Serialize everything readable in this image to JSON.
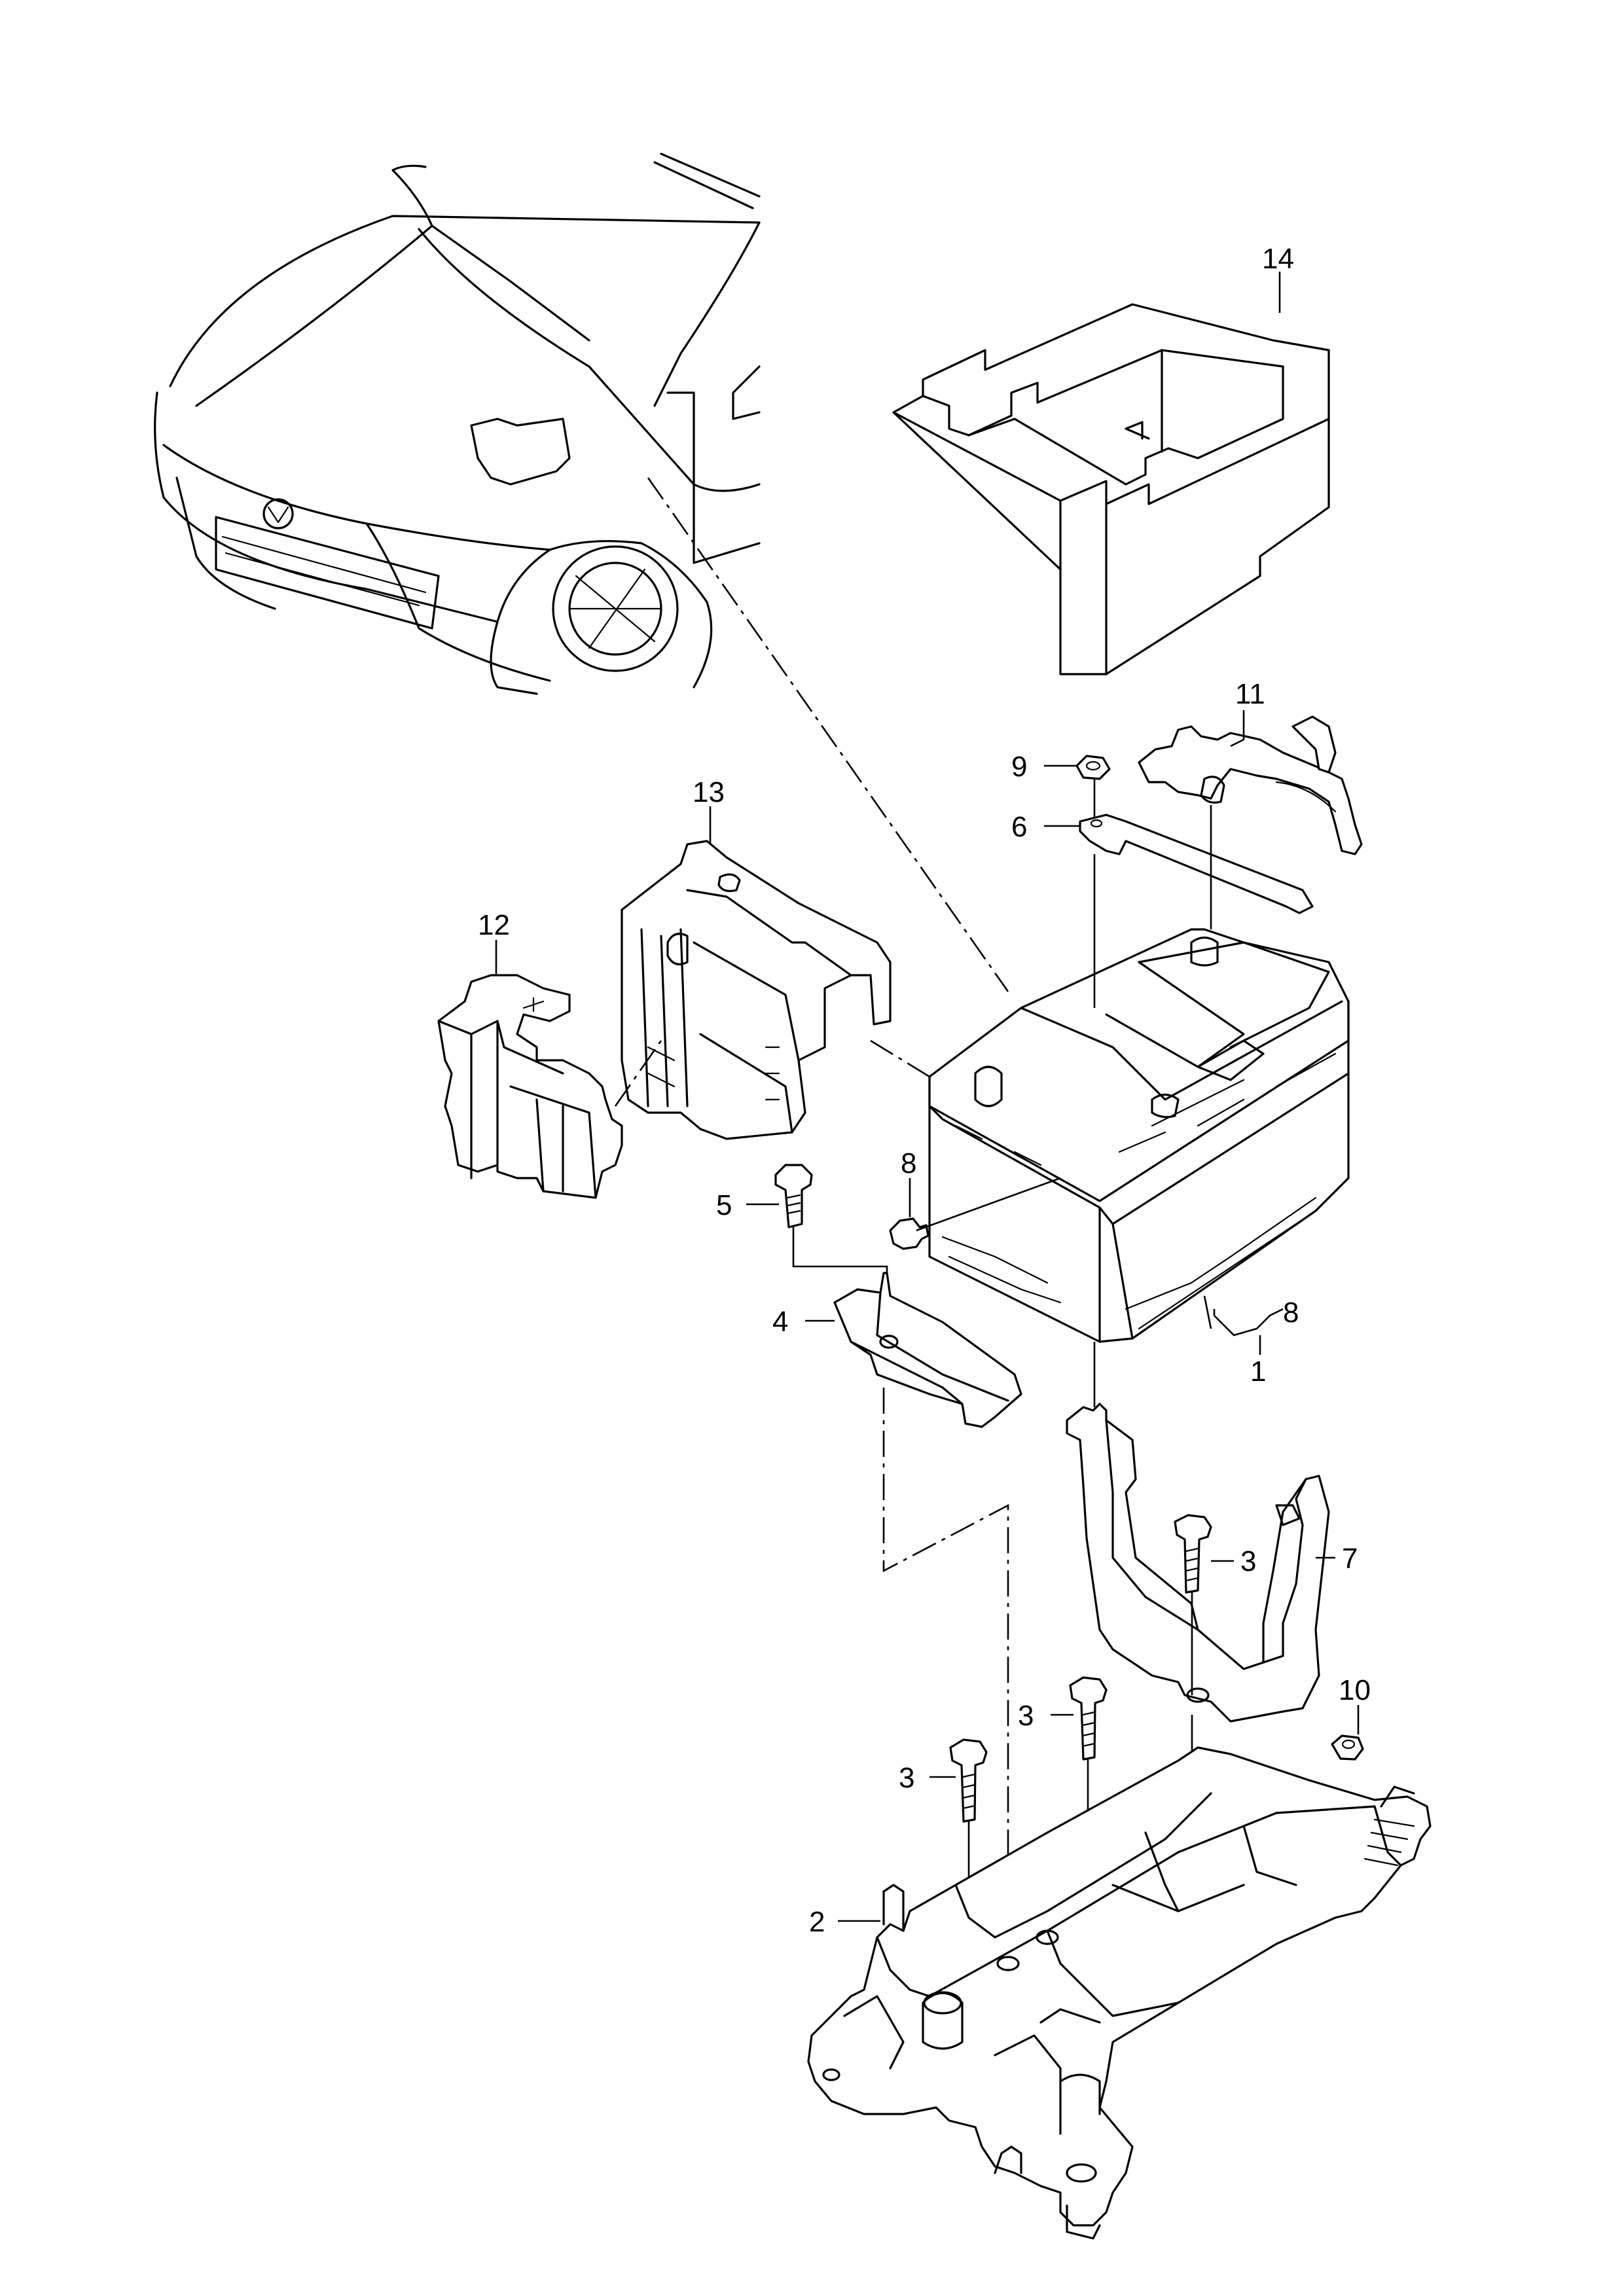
{
  "callouts": {
    "c1": "1",
    "c2": "2",
    "c3a": "3",
    "c3b": "3",
    "c3c": "3",
    "c4": "4",
    "c5": "5",
    "c6": "6",
    "c7": "7",
    "c8a": "8",
    "c8b": "8",
    "c9": "9",
    "c10": "10",
    "c11": "11",
    "c12": "12",
    "c13": "13",
    "c14": "14"
  }
}
